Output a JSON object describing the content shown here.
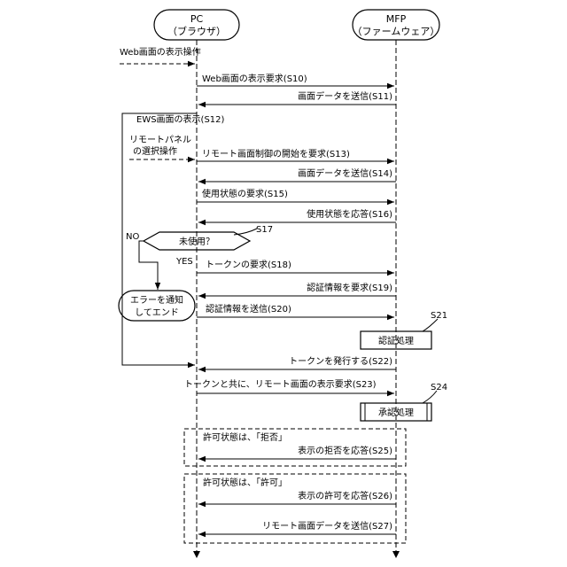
{
  "participants": {
    "pc": {
      "name": "PC",
      "sub": "（ブラウザ）"
    },
    "mfp": {
      "name": "MFP",
      "sub": "（ファームウェア）"
    }
  },
  "steps": {
    "web_op": "Web画面の表示操作",
    "s10": "Web画面の表示要求(S10)",
    "s11": "画面データを送信(S11)",
    "s12": "EWS画面の表示(S12)",
    "remote_sel_1": "リモートパネル",
    "remote_sel_2": "の選択操作",
    "s13": "リモート画面制御の開始を要求(S13)",
    "s14": "画面データを送信(S14)",
    "s15": "使用状態の要求(S15)",
    "s16": "使用状態を応答(S16)",
    "s17": "S17",
    "decision": "未使用？",
    "no": "NO",
    "yes": "YES",
    "s18": "トークンの要求(S18)",
    "s19": "認証情報を要求(S19)",
    "error_1": "エラーを通知",
    "error_2": "してエンド",
    "s20": "認証情報を送信(S20)",
    "s21": "S21",
    "auth_process": "認証処理",
    "s22": "トークンを発行する(S22)",
    "s23": "トークンと共に、リモート画面の表示要求(S23)",
    "s24": "S24",
    "approve_process": "承認処理",
    "deny_state": "許可状態は、「拒否」",
    "s25": "表示の拒否を応答(S25)",
    "allow_state": "許可状態は、「許可」",
    "s26": "表示の許可を応答(S26)",
    "s27": "リモート画面データを送信(S27)"
  }
}
